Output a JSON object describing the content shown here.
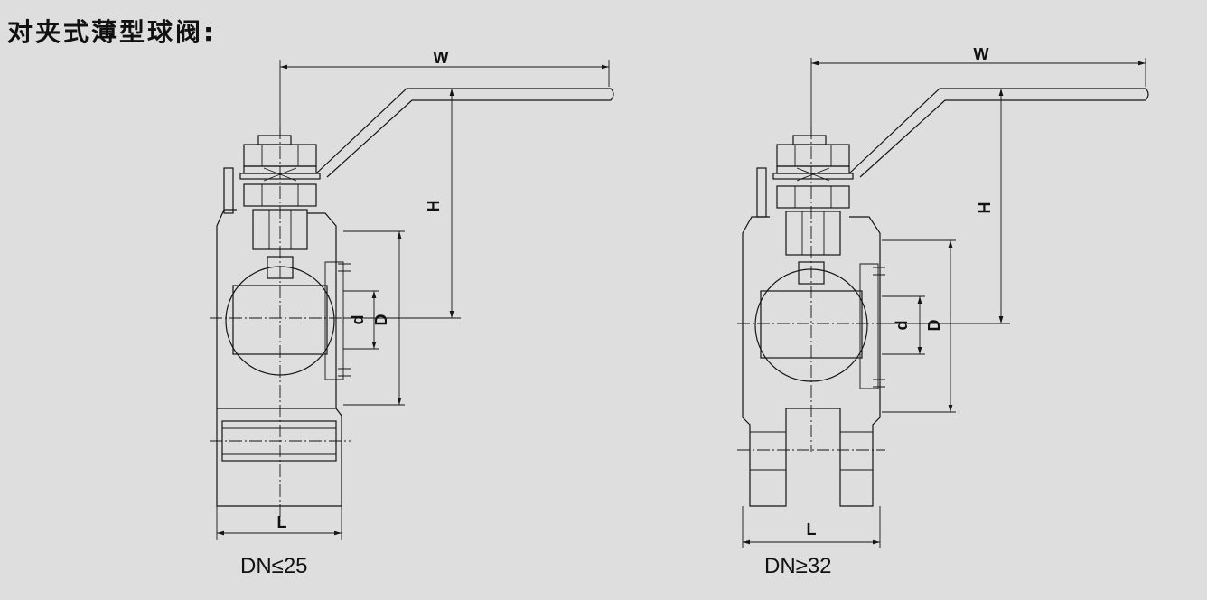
{
  "title": "对夹式薄型球阀:",
  "views": [
    {
      "caption": "DN≤25",
      "dims": {
        "W": "W",
        "H": "H",
        "D": "D",
        "d": "d",
        "L": "L"
      }
    },
    {
      "caption": "DN≥32",
      "dims": {
        "W": "W",
        "H": "H",
        "D": "D",
        "d": "d",
        "L": "L"
      }
    }
  ]
}
